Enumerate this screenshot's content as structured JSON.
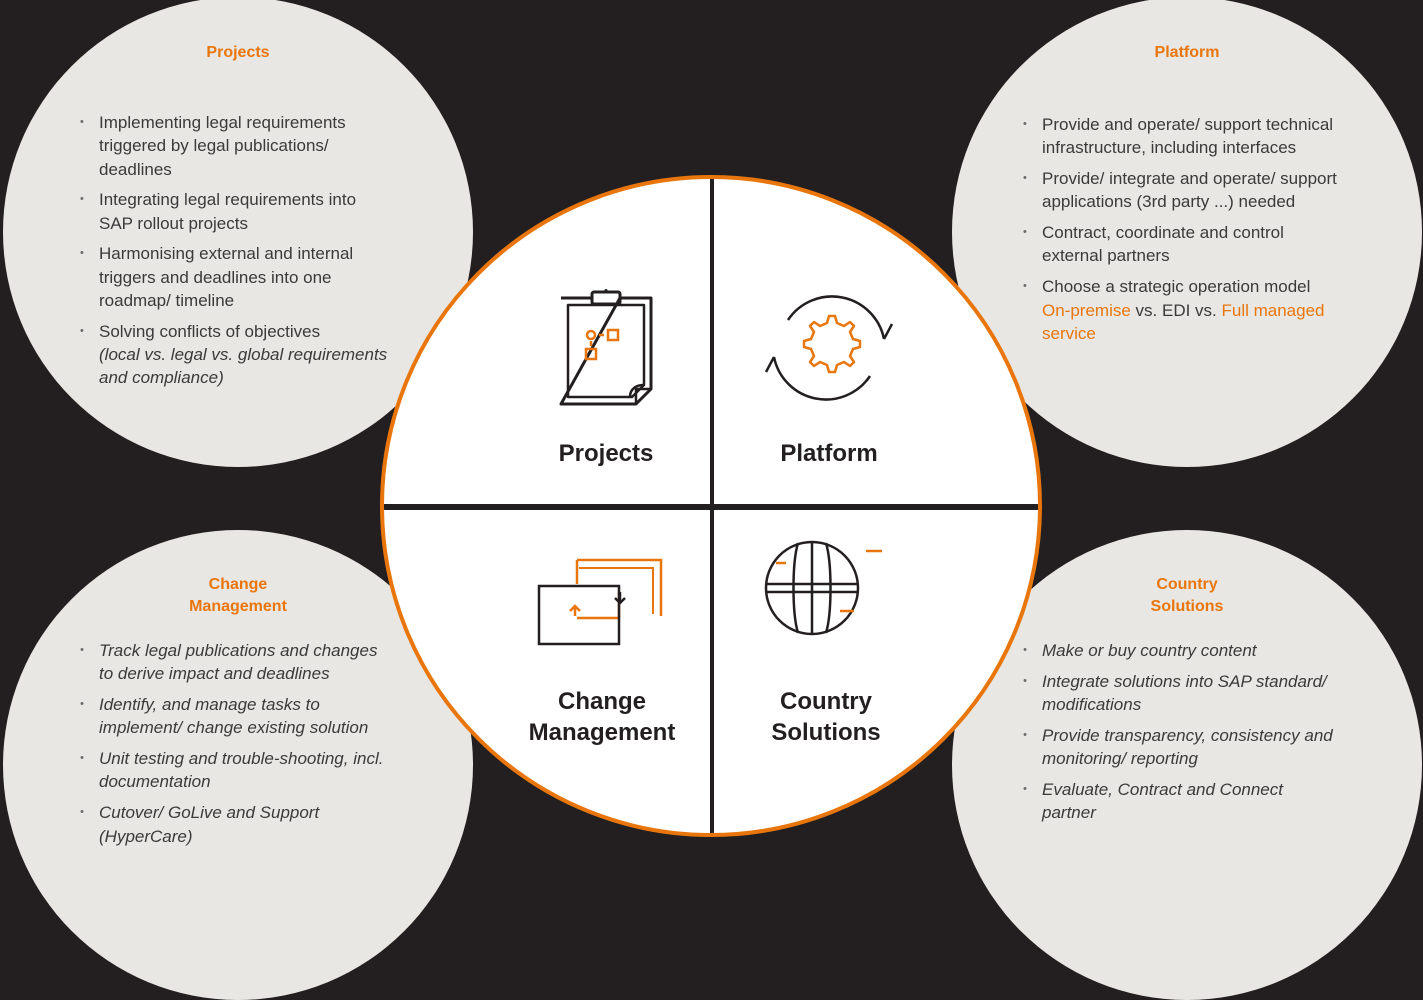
{
  "colors": {
    "background": "#231f20",
    "accent": "#e9760c",
    "bubble": "#e9e7e3",
    "center_fill": "#ffffff"
  },
  "center": {
    "projects_label": "Projects",
    "platform_label": "Platform",
    "change_label_line1": "Change",
    "change_label_line2": "Management",
    "country_label_line1": "Country",
    "country_label_line2": "Solutions",
    "icons": [
      "clipboard-diagram-icon",
      "gear-cycle-icon",
      "exchange-windows-icon",
      "globe-grid-icon"
    ]
  },
  "projects": {
    "title": "Projects",
    "items": [
      "Implementing legal requirements triggered by legal publications/ deadlines",
      "Integrating legal requirements into SAP rollout projects",
      "Harmonising external and internal triggers and deadlines into one roadmap/ timeline"
    ],
    "item4_main": "Solving conflicts of objectives",
    "item4_italic": "(local vs. legal vs. global requirements and compliance)"
  },
  "platform": {
    "title": "Platform",
    "items": [
      "Provide and operate/ support technical infrastructure, including interfaces",
      "Provide/ integrate and operate/ support applications (3rd party ...) needed",
      "Contract, coordinate and control external partners"
    ],
    "item4_text": "Choose a strategic operation model",
    "item4_hl1": "On-premise",
    "item4_mid": " vs. EDI vs. ",
    "item4_hl2": "Full managed service"
  },
  "change_management": {
    "title_line1": "Change",
    "title_line2": "Management",
    "items": [
      "Track legal publications and changes to derive impact and deadlines",
      "Identify, and manage tasks to implement/ change existing solution",
      "Unit testing and trouble-shooting, incl. documentation",
      "Cutover/ GoLive and Support (HyperCare)"
    ]
  },
  "country_solutions": {
    "title_line1": "Country",
    "title_line2": "Solutions",
    "items": [
      "Make or buy country content",
      "Integrate solutions into SAP standard/ modifications",
      "Provide transparency, consistency and monitoring/ reporting",
      "Evaluate, Contract and Connect partner"
    ]
  }
}
